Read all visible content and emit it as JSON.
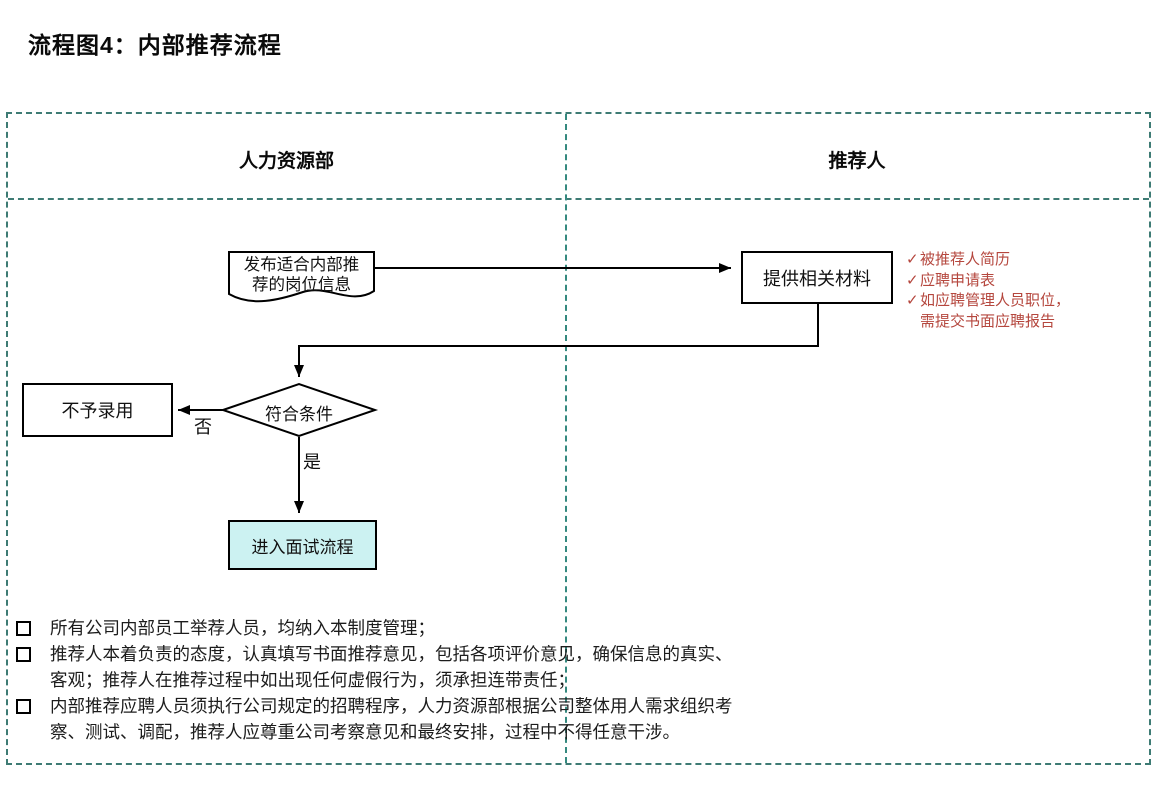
{
  "title": "流程图4：内部推荐流程",
  "lanes": {
    "hr": "人力资源部",
    "referrer": "推荐人"
  },
  "flow": {
    "publish_line1": "发布适合内部推",
    "publish_line2": "荐的岗位信息",
    "provide_box": "提供相关材料",
    "decision": "符合条件",
    "no_label": "否",
    "yes_label": "是",
    "reject_box": "不予录用",
    "interview_box": "进入面试流程"
  },
  "annotation": {
    "lines": [
      {
        "check": "✓",
        "text": "被推荐人简历"
      },
      {
        "check": "✓",
        "text": "应聘申请表"
      },
      {
        "check": "✓",
        "text": "如应聘管理人员职位，"
      },
      {
        "check": "",
        "text": "需提交书面应聘报告"
      }
    ]
  },
  "notes": {
    "items": [
      {
        "line1": "所有公司内部员工举荐人员，均纳入本制度管理；",
        "line2": ""
      },
      {
        "line1": "推荐人本着负责的态度，认真填写书面推荐意见，包括各项评价意见，确保信息的真实、",
        "line2": "客观；推荐人在推荐过程中如出现任何虚假行为，须承担连带责任；"
      },
      {
        "line1": "内部推荐应聘人员须执行公司规定的招聘程序，人力资源部根据公司整体用人需求组织考",
        "line2": "察、测试、调配，推荐人应尊重公司考察意见和最终安排，过程中不得任意干涉。"
      }
    ]
  },
  "colors": {
    "lane_border": "#3E7B74",
    "annotation_red": "#B5473E",
    "interview_fill": "#CCF2F2",
    "connector": "#000000"
  }
}
